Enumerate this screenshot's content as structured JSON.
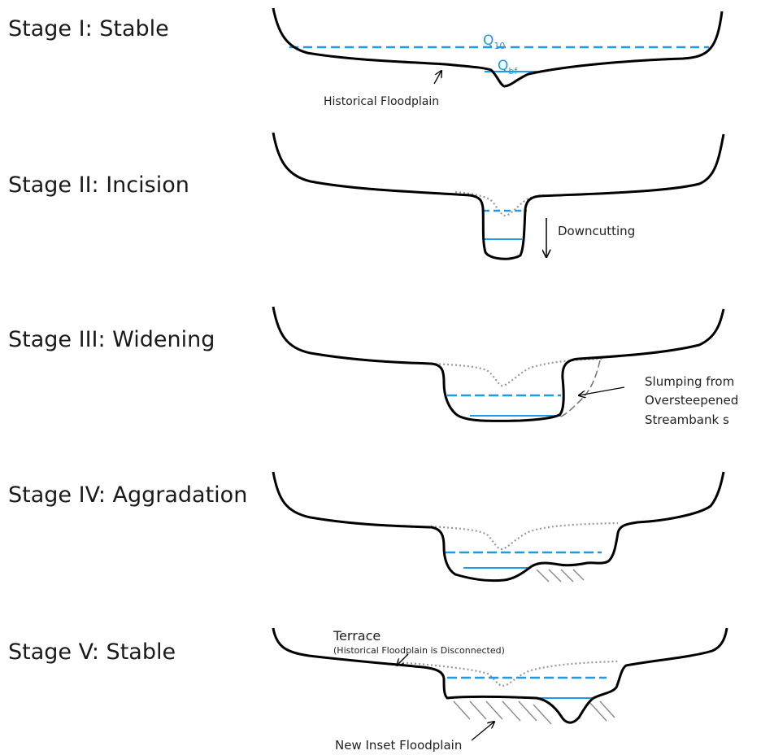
{
  "stages": [
    {
      "label": "Stage I:  Stable"
    },
    {
      "label": "Stage II: Incision"
    },
    {
      "label": "Stage III: Widening"
    },
    {
      "label": "Stage IV: Aggradation"
    },
    {
      "label": "Stage V: Stable"
    }
  ],
  "annotations": {
    "q10": "Q",
    "q10_sub": "10",
    "qbf": "Q",
    "qbf_sub": "bf",
    "historical_floodplain": "Historical Floodplain",
    "downcutting": "Downcutting",
    "slumping_1": "Slumping from",
    "slumping_2": "Oversteepened",
    "slumping_3": "Streambank s",
    "terrace": "Terrace",
    "terrace_note": "(Historical Floodplain is Disconnected)",
    "new_inset": "New Inset Floodplain"
  },
  "colors": {
    "ground": "#000000",
    "water": "#1e9be6",
    "previous_profile": "#9a9a9a",
    "hatch": "#8a8a8a"
  }
}
